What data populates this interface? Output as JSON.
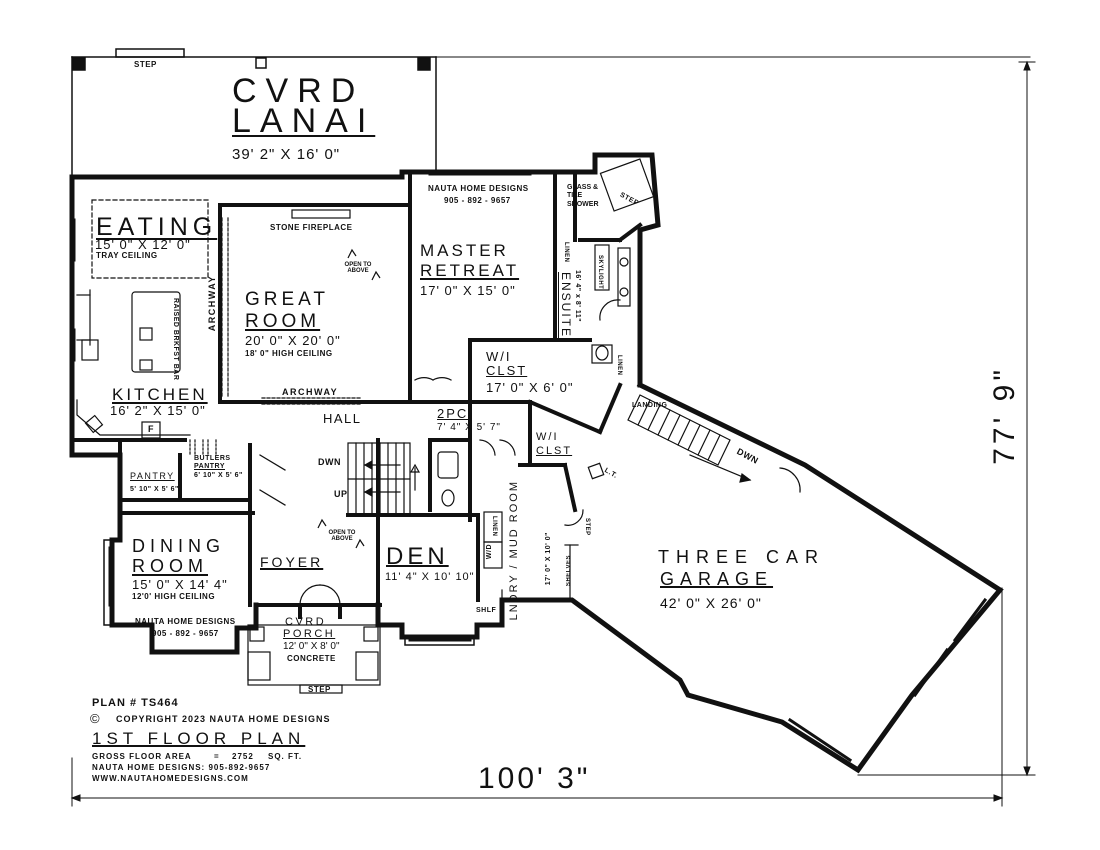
{
  "plan": {
    "lanai": {
      "line1": "CVRD",
      "line2": "LANAI",
      "dims": "39' 2\" X 16' 0\"",
      "step": "STEP"
    },
    "eating": {
      "name": "EATING",
      "dims": "15' 0\" X 12' 0\"",
      "note": "TRAY CEILING"
    },
    "kitchen": {
      "name": "KITCHEN",
      "dims": "16' 2\" X 15' 0\"",
      "bar": "RAISED BRKFST BAR",
      "fridge": "F"
    },
    "great_room": {
      "line1": "GREAT",
      "line2": "ROOM",
      "dims": "20' 0\" X 20' 0\"",
      "note": "18' 0\" HIGH CEILING",
      "fireplace": "STONE FIREPLACE",
      "open_above": "OPEN TO ABOVE"
    },
    "archway_left": "ARCHWAY",
    "archway_bottom": "ARCHWAY",
    "hall": "HALL",
    "master": {
      "credit_name": "NAUTA HOME DESIGNS",
      "credit_phone": "905 - 892 - 9657",
      "line1": "MASTER",
      "line2": "RETREAT",
      "dims": "17' 0\" X 15' 0\""
    },
    "shower": "GLASS & TILE SHOWER",
    "step_label": "STEP",
    "linen_label": "LINEN",
    "skylight": "SKYLIGHT",
    "ensuite": {
      "name": "ENSUITE",
      "dims": "16' 4\" x 8' 11\""
    },
    "wi_closet_master": {
      "line1": "W/I",
      "line2": "CLST",
      "dims": "17' 0\" X 6' 0\""
    },
    "two_pc": {
      "name": "2PC",
      "dims": "7' 4\" X 5' 7\""
    },
    "wi_closet": {
      "line1": "W/I",
      "line2": "CLST"
    },
    "landing": "LANDING",
    "stair_down": "DWN",
    "stair_up": "UP",
    "lt": "L.T.",
    "butlers": {
      "line1": "BUTLERS",
      "line2": "PANTRY",
      "dims": "6' 10\" X 5' 6\""
    },
    "pantry": {
      "name": "PANTRY",
      "dims": "5' 10\" X 5' 6\""
    },
    "dining": {
      "line1": "DINING",
      "line2": "ROOM",
      "dims": "15' 0\" X 14' 4\"",
      "note": "12'0' HIGH CEILING",
      "credit_name": "NAUTA HOME DESIGNS",
      "credit_phone": "905 - 892 - 9657"
    },
    "foyer": {
      "name": "FOYER",
      "open_above": "OPEN TO ABOVE"
    },
    "den": {
      "name": "DEN",
      "dims": "11' 4\" X 10' 10\""
    },
    "porch": {
      "line1": "CVRD",
      "line2": "PORCH",
      "dims": "12' 0\" X 8' 0\"",
      "note": "CONCRETE",
      "step": "STEP"
    },
    "laundry": {
      "name": "LNDRY / MUD ROOM",
      "dims": "17' 0\" X 10' 0\"",
      "wd": "W/D",
      "linen": "LINEN",
      "shelf": "SHLF",
      "shelves": "SHELVES"
    },
    "garage": {
      "line1": "THREE CAR",
      "line2": "GARAGE",
      "dims": "42' 0\" X 26' 0\""
    },
    "overall_width": "100' 3\"",
    "overall_depth": "77' 9\""
  },
  "title_block": {
    "plan_no": "PLAN # TS464",
    "copyright": "COPYRIGHT 2023 NAUTA HOME DESIGNS",
    "title": "1ST FLOOR PLAN",
    "area_label": "GROSS FLOOR AREA",
    "area_eq": "=",
    "area_value": "2752",
    "area_unit": "SQ. FT.",
    "phone": "NAUTA HOME DESIGNS: 905-892-9657",
    "website": "WWW.NAUTAHOMEDESIGNS.COM"
  }
}
